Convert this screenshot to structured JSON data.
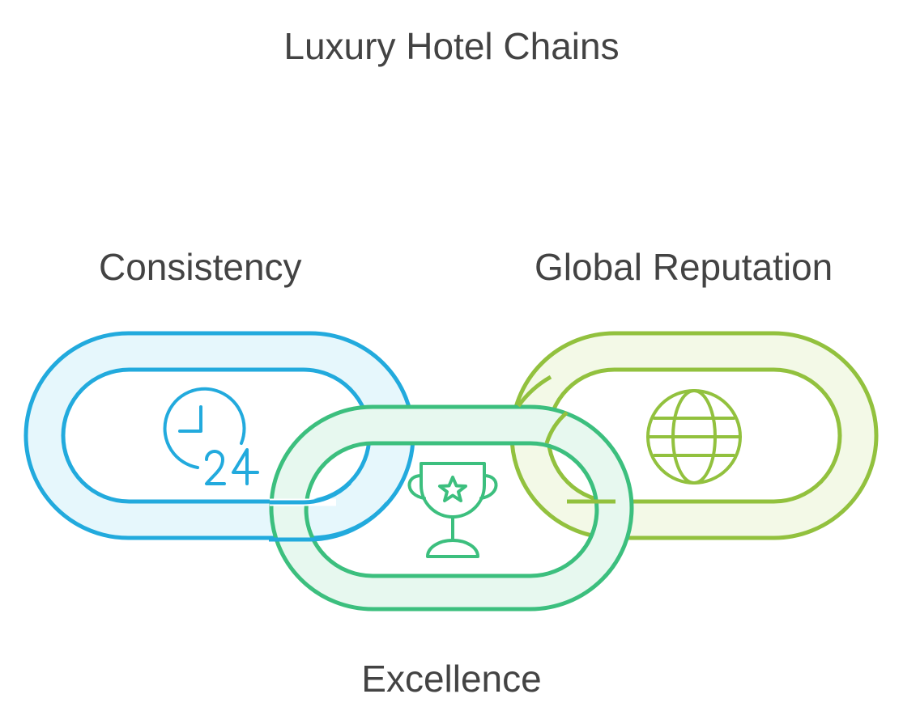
{
  "title": "Luxury Hotel Chains",
  "links": [
    {
      "label": "Consistency",
      "icon": "clock-24-icon",
      "stroke": "#22aadd",
      "fill": "#e6f7fc"
    },
    {
      "label": "Excellence",
      "icon": "trophy-star-icon",
      "stroke": "#3cbf7e",
      "fill": "#e7f8ef"
    },
    {
      "label": "Global Reputation",
      "icon": "globe-icon",
      "stroke": "#92c13e",
      "fill": "#f3f9e7"
    }
  ]
}
